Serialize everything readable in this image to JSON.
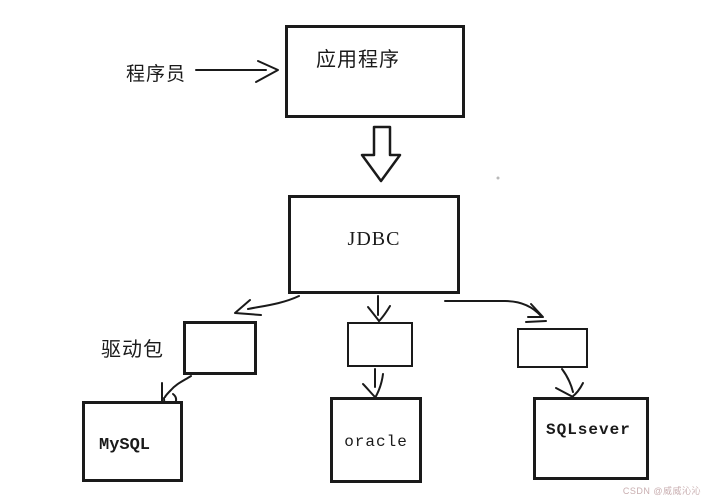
{
  "canvas": {
    "background": "#ffffff",
    "ink": "#1a1a1a"
  },
  "labels": {
    "programmer": "程序员",
    "application": "应用程序",
    "jdbc": "JDBC",
    "driver_package": "驱动包"
  },
  "databases": [
    {
      "label": "MySQL"
    },
    {
      "label": "oracle"
    },
    {
      "label": "SQLsever"
    }
  ],
  "watermark": "CSDN @威威沁沁"
}
